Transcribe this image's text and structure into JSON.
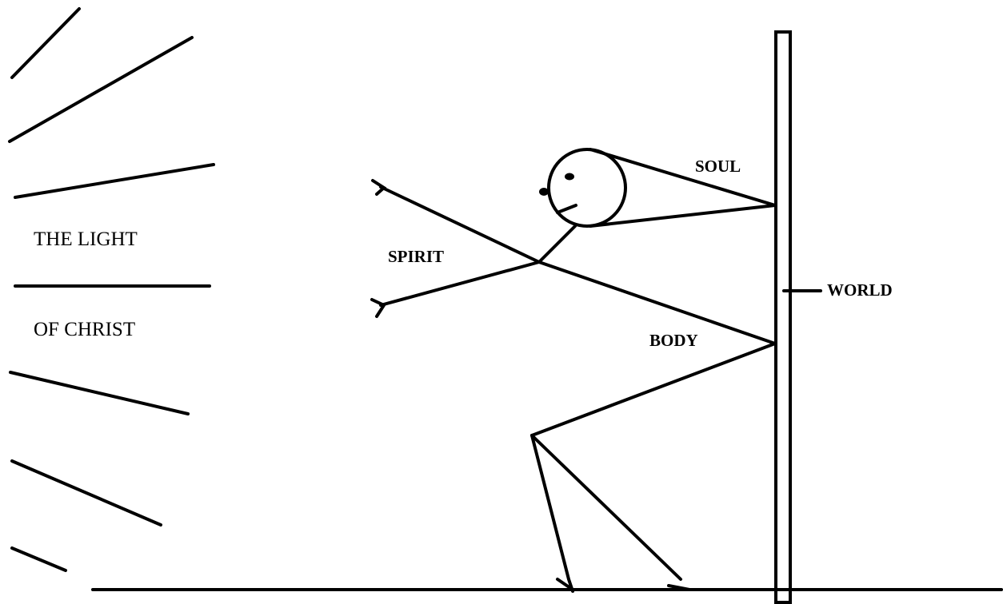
{
  "light_text": {
    "line1": "THE LIGHT",
    "line2": "OF CHRIST"
  },
  "labels": {
    "soul": "SOUL",
    "spirit": "SPIRIT",
    "body": "BODY",
    "world": "WORLD"
  },
  "colors": {
    "ink": "#000000",
    "background": "#ffffff"
  }
}
